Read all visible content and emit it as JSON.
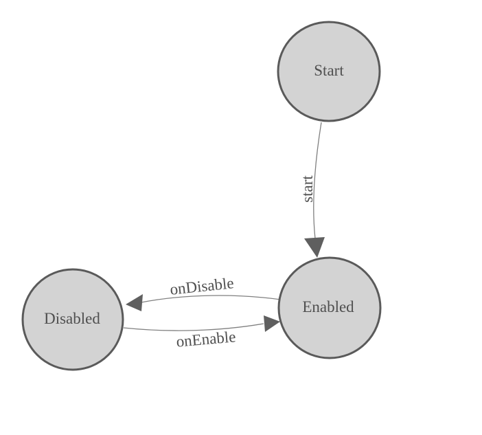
{
  "diagram": {
    "type": "state-machine",
    "nodes": [
      {
        "id": "start-node",
        "label": "Start"
      },
      {
        "id": "enabled-node",
        "label": "Enabled"
      },
      {
        "id": "disabled-node",
        "label": "Disabled"
      }
    ],
    "edges": [
      {
        "from": "Start",
        "to": "Enabled",
        "label": "start"
      },
      {
        "from": "Enabled",
        "to": "Disabled",
        "label": "onDisable"
      },
      {
        "from": "Disabled",
        "to": "Enabled",
        "label": "onEnable"
      }
    ],
    "colors": {
      "background": "#ffffff",
      "node_fill": "#d3d3d3",
      "node_border": "#5a5a5a",
      "edge_line": "#7f7f7f",
      "arrowhead": "#5f5f5f",
      "text": "#4f4f4f"
    }
  }
}
